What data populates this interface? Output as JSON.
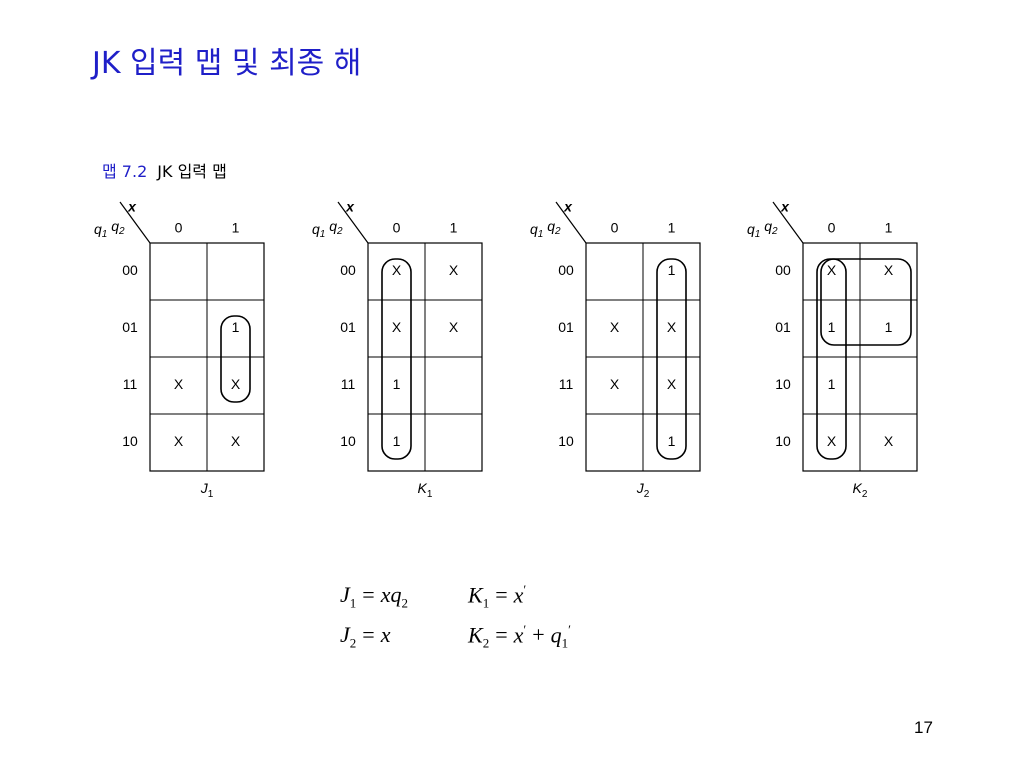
{
  "title": "JK 입력 맵 및 최종 해",
  "caption": {
    "number": "맵 7.2",
    "text": "JK 입력 맵"
  },
  "row_header": [
    "q",
    "1",
    "q",
    "2"
  ],
  "col_var": "x",
  "col_labels": [
    "0",
    "1"
  ],
  "maps": [
    {
      "name_main": "J",
      "name_sub": "1",
      "row_labels": [
        "00",
        "01",
        "11",
        "10"
      ],
      "cells": [
        [
          "",
          ""
        ],
        [
          "",
          "1"
        ],
        [
          "X",
          "X"
        ],
        [
          "X",
          "X"
        ]
      ],
      "groups": [
        {
          "col": 1,
          "row_start": 1,
          "row_end": 2
        }
      ]
    },
    {
      "name_main": "K",
      "name_sub": "1",
      "row_labels": [
        "00",
        "01",
        "11",
        "10"
      ],
      "cells": [
        [
          "X",
          "X"
        ],
        [
          "X",
          "X"
        ],
        [
          "1",
          ""
        ],
        [
          "1",
          ""
        ]
      ],
      "groups": [
        {
          "col": 0,
          "row_start": 0,
          "row_end": 3
        }
      ]
    },
    {
      "name_main": "J",
      "name_sub": "2",
      "row_labels": [
        "00",
        "01",
        "11",
        "10"
      ],
      "cells": [
        [
          "",
          "1"
        ],
        [
          "X",
          "X"
        ],
        [
          "X",
          "X"
        ],
        [
          "",
          "1"
        ]
      ],
      "groups": [
        {
          "col": 1,
          "row_start": 0,
          "row_end": 3
        }
      ]
    },
    {
      "name_main": "K",
      "name_sub": "2",
      "row_labels": [
        "00",
        "01",
        "10",
        "10"
      ],
      "cells": [
        [
          "X",
          "X"
        ],
        [
          "1",
          "1"
        ],
        [
          "1",
          ""
        ],
        [
          "X",
          "X"
        ]
      ],
      "groups": [
        {
          "col": 0,
          "row_start": 0,
          "row_end": 3
        },
        {
          "col_start": 0,
          "col_end": 1,
          "row_start": 0,
          "row_end": 1
        }
      ]
    }
  ],
  "equations": {
    "j1": {
      "lhs": "J",
      "lhs_sub": "1",
      "eq": "=",
      "rhs": "xq",
      "rhs_sub": "2"
    },
    "k1": {
      "lhs": "K",
      "lhs_sub": "1",
      "eq": "=",
      "rhs": "x",
      "rhs_sup": "′"
    },
    "j2": {
      "lhs": "J",
      "lhs_sub": "2",
      "eq": "=",
      "rhs": "x"
    },
    "k2": {
      "lhs": "K",
      "lhs_sub": "2",
      "eq": "=",
      "rhs_a": "x",
      "rhs_a_sup": "′",
      "plus": "+",
      "rhs_b": "q",
      "rhs_b_sub": "1",
      "rhs_b_sup": "′"
    }
  },
  "page_number": "17"
}
